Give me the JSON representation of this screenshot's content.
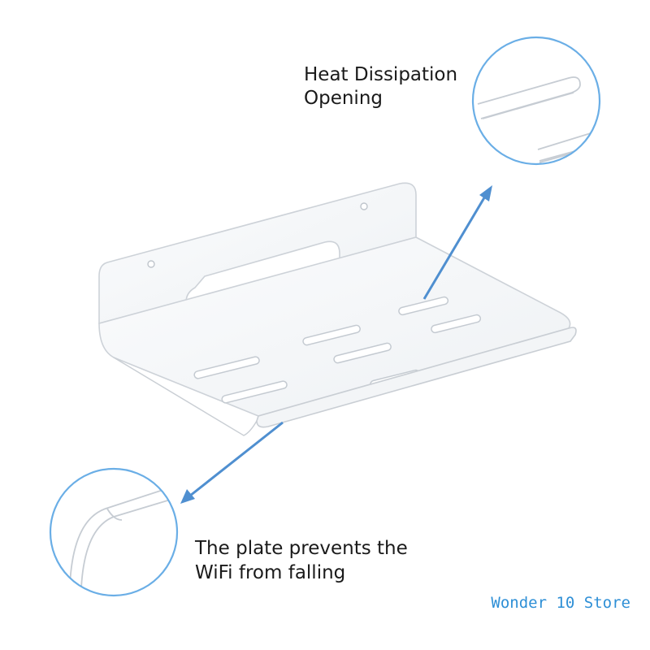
{
  "callouts": {
    "heat": {
      "line1": "Heat Dissipation",
      "line2": "Opening"
    },
    "plate": {
      "line1": "The plate prevents the",
      "line2": "WiFi from falling"
    }
  },
  "watermark": "Wonder 10 Store",
  "colors": {
    "background": "#ffffff",
    "callout_ring": "#6aaee6",
    "arrow": "#4f8fd0",
    "acrylic_edge": "#c9ced4",
    "watermark": "#2e8fd6"
  },
  "icons": [
    "arrow-up-right-icon",
    "arrow-down-left-icon"
  ]
}
